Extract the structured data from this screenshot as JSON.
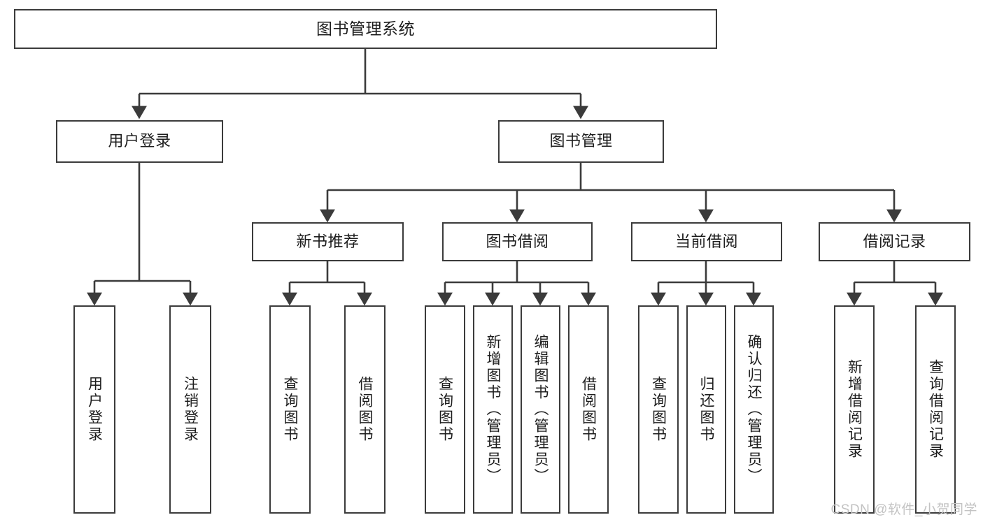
{
  "diagram": {
    "title": "图书管理系统",
    "type": "tree-hierarchy",
    "root": {
      "id": "root",
      "label": "图书管理系统"
    },
    "level2": [
      {
        "id": "user-login",
        "label": "用户登录"
      },
      {
        "id": "book-manage",
        "label": "图书管理"
      }
    ],
    "level3": [
      {
        "id": "new-book-recommend",
        "label": "新书推荐",
        "parent": "book-manage"
      },
      {
        "id": "book-borrow",
        "label": "图书借阅",
        "parent": "book-manage"
      },
      {
        "id": "current-borrow",
        "label": "当前借阅",
        "parent": "book-manage"
      },
      {
        "id": "borrow-record",
        "label": "借阅记录",
        "parent": "book-manage"
      }
    ],
    "leaves": {
      "user_login": [
        {
          "id": "leaf-user-login",
          "label": "用户登录"
        },
        {
          "id": "leaf-logout",
          "label": "注销登录"
        }
      ],
      "new_book_recommend": [
        {
          "id": "leaf-query-book-1",
          "label": "查询图书"
        },
        {
          "id": "leaf-borrow-book-1",
          "label": "借阅图书"
        }
      ],
      "book_borrow": [
        {
          "id": "leaf-query-book-2",
          "label": "查询图书"
        },
        {
          "id": "leaf-add-book",
          "label": "新增图书（管理员）"
        },
        {
          "id": "leaf-edit-book",
          "label": "编辑图书（管理员）"
        },
        {
          "id": "leaf-borrow-book-2",
          "label": "借阅图书"
        }
      ],
      "current_borrow": [
        {
          "id": "leaf-query-book-3",
          "label": "查询图书"
        },
        {
          "id": "leaf-return-book",
          "label": "归还图书"
        },
        {
          "id": "leaf-confirm-return",
          "label": "确认归还（管理员）"
        }
      ],
      "borrow_record": [
        {
          "id": "leaf-add-record",
          "label": "新增借阅记录"
        },
        {
          "id": "leaf-query-record",
          "label": "查询借阅记录"
        }
      ]
    }
  },
  "watermark": {
    "text": "CSDN @软件_小贺同学"
  },
  "colors": {
    "border": "#3b3b3b",
    "text": "#1d1d1d",
    "background": "#ffffff",
    "watermark": "#c3c3c3"
  }
}
